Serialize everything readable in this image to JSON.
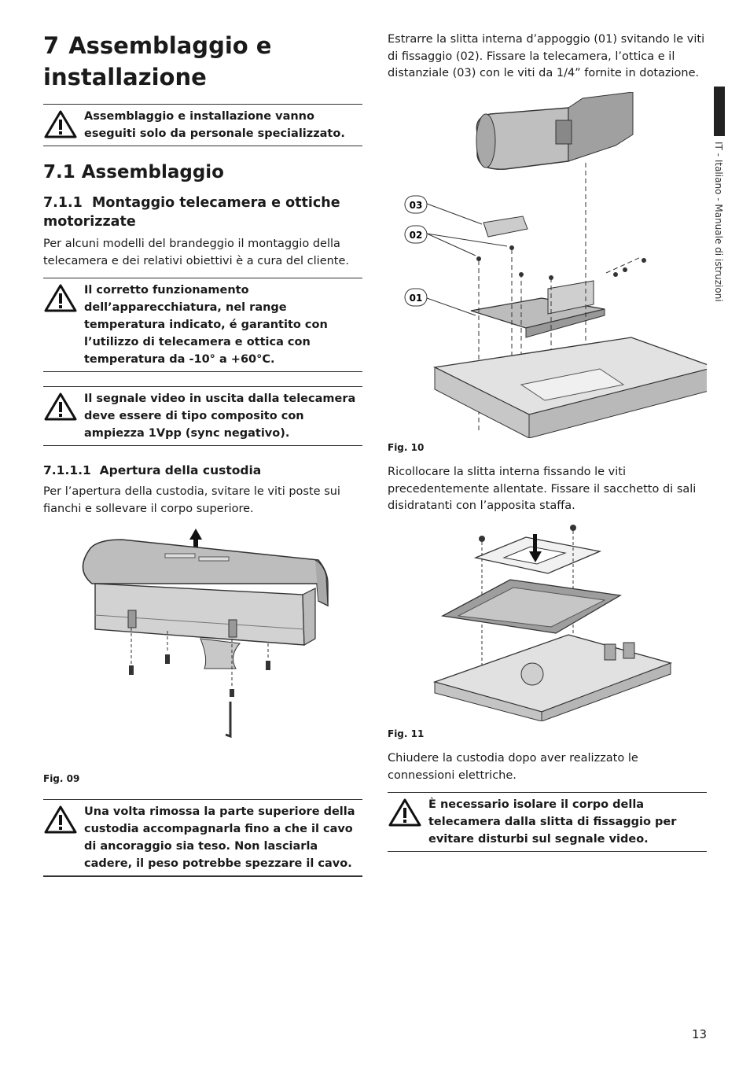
{
  "section": {
    "number": "7",
    "title": "Assemblaggio e installazione"
  },
  "warnings": {
    "w1": "Assemblaggio e installazione vanno eseguiti solo da personale specializzato.",
    "w2": "Il corretto funzionamento dell’apparecchiatura, nel range temperatura indicato, é garantito con l’utilizzo di telecamera e ottica con temperatura da -10° a +60°C.",
    "w3": "Il segnale video in uscita dalla telecamera deve essere di tipo composito con ampiezza 1Vpp (sync negativo).",
    "w4": "Una volta rimossa la parte superiore della custodia accompagnarla fino a che il cavo di ancoraggio sia teso. Non lasciarla cadere, il peso potrebbe spezzare il cavo.",
    "w5": "È necessario isolare il corpo della telecamera dalla slitta di fissaggio per evitare disturbi sul segnale video."
  },
  "subsection": {
    "number": "7.1",
    "title": "Assemblaggio"
  },
  "subsub": {
    "number": "7.1.1",
    "title": "Montaggio telecamera e ottiche motorizzate",
    "text": "Per alcuni modelli del brandeggio il montaggio della telecamera e dei relativi obiettivi è a cura del cliente."
  },
  "subsubsub": {
    "number": "7.1.1.1",
    "title": "Apertura della custodia",
    "text": "Per l’apertura della custodia, svitare le viti poste sui fianchi e sollevare il corpo superiore."
  },
  "right": {
    "p1": "Estrarre la slitta interna d’appoggio (01) svitando le viti di fissaggio (02). Fissare la telecamera, l’ottica e il distanziale (03) con le viti da 1/4” fornite in dotazione.",
    "p2": "Ricollocare la slitta interna fissando le viti precedentemente allentate. Fissare il sacchetto di sali disidratanti con l’apposita staffa.",
    "p3": "Chiudere la custodia dopo aver realizzato le connessioni elettriche."
  },
  "figures": {
    "fig09": "Fig. 09",
    "fig10": "Fig. 10",
    "fig11": "Fig. 11",
    "labels": {
      "l03": "03",
      "l02": "02",
      "l01": "01"
    }
  },
  "sidebar": {
    "text": "IT - Italiano - Manuale di istruzioni"
  },
  "page_number": "13"
}
